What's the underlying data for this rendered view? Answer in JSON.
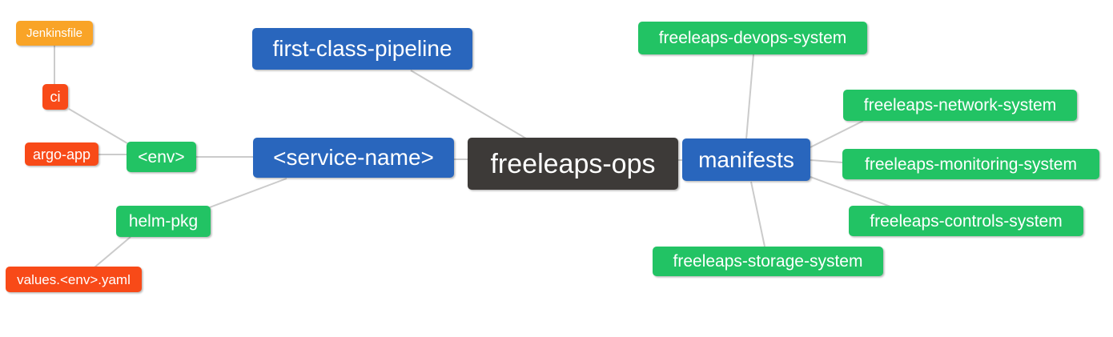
{
  "diagram": {
    "type": "mindmap",
    "root_label": "freeleaps-ops",
    "colors": {
      "root_dark": "#3d3a38",
      "branch_blue": "#2966bd",
      "group_green": "#22c364",
      "leaf_red": "#f84a18",
      "leaf_orange": "#f9a427",
      "edge_line": "#cbcbcb",
      "node_text": "#ffffff",
      "background": "#ffffff"
    },
    "nodes": [
      {
        "id": "freeleaps-ops",
        "label": "freeleaps-ops",
        "level": "root",
        "color": "dark"
      },
      {
        "id": "first-class-pipeline",
        "label": "first-class-pipeline",
        "level": "branch",
        "color": "blue"
      },
      {
        "id": "service-name",
        "label": "<service-name>",
        "level": "branch",
        "color": "blue"
      },
      {
        "id": "manifests",
        "label": "manifests",
        "level": "branch",
        "color": "blue"
      },
      {
        "id": "env",
        "label": "<env>",
        "level": "group",
        "color": "green"
      },
      {
        "id": "helm-pkg",
        "label": "helm-pkg",
        "level": "group",
        "color": "green"
      },
      {
        "id": "ci",
        "label": "ci",
        "level": "leaf",
        "color": "red"
      },
      {
        "id": "argo-app",
        "label": "argo-app",
        "level": "leaf",
        "color": "red"
      },
      {
        "id": "jenkinsfile",
        "label": "Jenkinsfile",
        "level": "leaf",
        "color": "orange"
      },
      {
        "id": "values-env-yaml",
        "label": "values.<env>.yaml",
        "level": "leaf",
        "color": "red"
      },
      {
        "id": "freeleaps-devops-system",
        "label": "freeleaps-devops-system",
        "level": "group",
        "color": "green"
      },
      {
        "id": "freeleaps-network-system",
        "label": "freeleaps-network-system",
        "level": "group",
        "color": "green"
      },
      {
        "id": "freeleaps-monitoring-system",
        "label": "freeleaps-monitoring-system",
        "level": "group",
        "color": "green"
      },
      {
        "id": "freeleaps-controls-system",
        "label": "freeleaps-controls-system",
        "level": "group",
        "color": "green"
      },
      {
        "id": "freeleaps-storage-system",
        "label": "freeleaps-storage-system",
        "level": "group",
        "color": "green"
      }
    ],
    "edges": [
      "jenkinsfile - ci",
      "ci - env",
      "argo-app - env",
      "env - service-name",
      "helm-pkg - service-name",
      "values-env-yaml - helm-pkg",
      "first-class-pipeline - freeleaps-ops",
      "service-name - freeleaps-ops",
      "freeleaps-ops - manifests",
      "manifests - freeleaps-devops-system",
      "manifests - freeleaps-network-system",
      "manifests - freeleaps-monitoring-system",
      "manifests - freeleaps-controls-system",
      "manifests - freeleaps-storage-system"
    ]
  }
}
